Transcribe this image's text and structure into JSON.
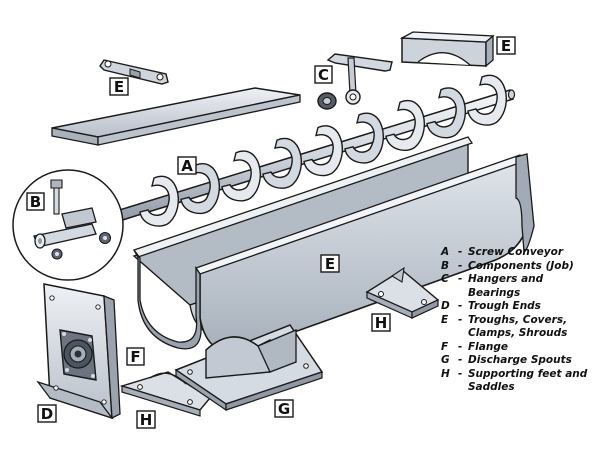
{
  "callouts": {
    "a": "A",
    "b": "B",
    "c": "C",
    "d": "D",
    "e_cover": "E",
    "e_shroud": "E",
    "e_trough": "E",
    "f": "F",
    "g": "G",
    "h_right": "H",
    "h_left": "H"
  },
  "legend": [
    {
      "key": "A",
      "sep": "-",
      "text": "Screw Conveyor"
    },
    {
      "key": "B",
      "sep": "-",
      "text": "Components (Job)"
    },
    {
      "key": "C",
      "sep": "-",
      "text": "Hangers and Bearings"
    },
    {
      "key": "D",
      "sep": "-",
      "text": "Trough Ends"
    },
    {
      "key": "E",
      "sep": "-",
      "text": "Troughs, Covers, Clamps, Shrouds"
    },
    {
      "key": "F",
      "sep": "-",
      "text": "Flange"
    },
    {
      "key": "G",
      "sep": "-",
      "text": "Discharge Spouts"
    },
    {
      "key": "H",
      "sep": "-",
      "text": "Supporting feet and Saddles"
    }
  ],
  "colors": {
    "metal_light": "#e4e8ee",
    "metal_mid": "#c3c9d2",
    "metal_dark": "#8e96a2",
    "outline": "#1a1a1a",
    "bearing": "#5d6673"
  }
}
